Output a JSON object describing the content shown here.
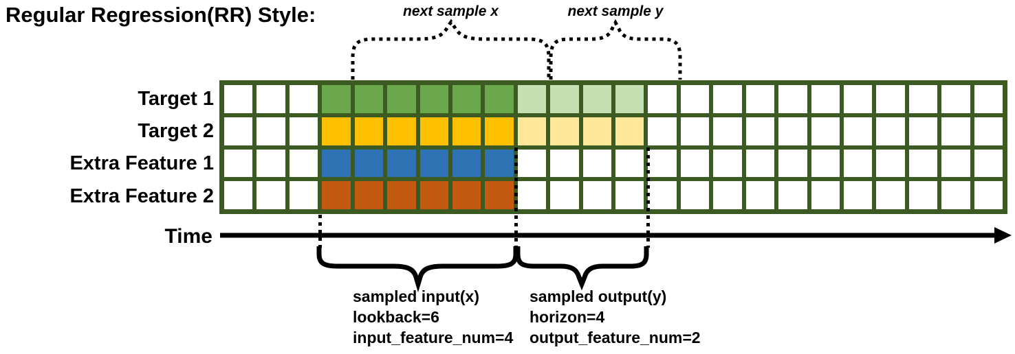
{
  "title": "Regular Regression(RR) Style:",
  "colors": {
    "grid_border": "#3C5B23",
    "target1_fill": "#6BA84B",
    "target1_light": "#C6E0B4",
    "target2_fill": "#FFC000",
    "target2_light": "#FFE699",
    "extra1_fill": "#2E74B5",
    "extra2_fill": "#C45A11",
    "empty_cell": "#FFFFFF",
    "stroke": "#000000"
  },
  "grid": {
    "columns": 24,
    "leading_empty_columns": 3,
    "input_start_col": 4,
    "lookback": 6,
    "horizon": 4,
    "rows": [
      {
        "label": "Target 1",
        "fill": "target1_fill",
        "light": "target1_light",
        "has_output": true
      },
      {
        "label": "Target 2",
        "fill": "target2_fill",
        "light": "target2_light",
        "has_output": true
      },
      {
        "label": "Extra Feature 1",
        "fill": "extra1_fill",
        "light": null,
        "has_output": false
      },
      {
        "label": "Extra Feature 2",
        "fill": "extra2_fill",
        "light": null,
        "has_output": false
      }
    ]
  },
  "annotations": {
    "next_sample_x": "next sample x",
    "next_sample_y": "next sample y",
    "time_label": "Time",
    "input_block": [
      "sampled input(x)",
      "lookback=6",
      "input_feature_num=4"
    ],
    "output_block": [
      "sampled output(y)",
      "horizon=4",
      "output_feature_num=2"
    ]
  }
}
